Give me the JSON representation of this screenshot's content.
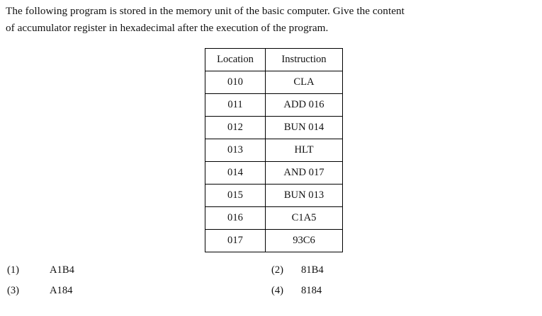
{
  "question": {
    "line1": "The following program is stored in the memory unit of the basic computer. Give the content",
    "line2": "of accumulator register in hexadecimal after the execution of the program."
  },
  "table": {
    "headers": {
      "location": "Location",
      "instruction": "Instruction"
    },
    "rows": [
      {
        "location": "010",
        "instruction": "CLA"
      },
      {
        "location": "011",
        "instruction": "ADD 016"
      },
      {
        "location": "012",
        "instruction": "BUN 014"
      },
      {
        "location": "013",
        "instruction": "HLT"
      },
      {
        "location": "014",
        "instruction": "AND 017"
      },
      {
        "location": "015",
        "instruction": "BUN 013"
      },
      {
        "location": "016",
        "instruction": "C1A5"
      },
      {
        "location": "017",
        "instruction": "93C6"
      }
    ]
  },
  "options": [
    {
      "num": "(1)",
      "value": "A1B4"
    },
    {
      "num": "(2)",
      "value": "81B4"
    },
    {
      "num": "(3)",
      "value": "A184"
    },
    {
      "num": "(4)",
      "value": "8184"
    }
  ],
  "colors": {
    "background": "#ffffff",
    "text": "#111111",
    "border": "#000000"
  }
}
